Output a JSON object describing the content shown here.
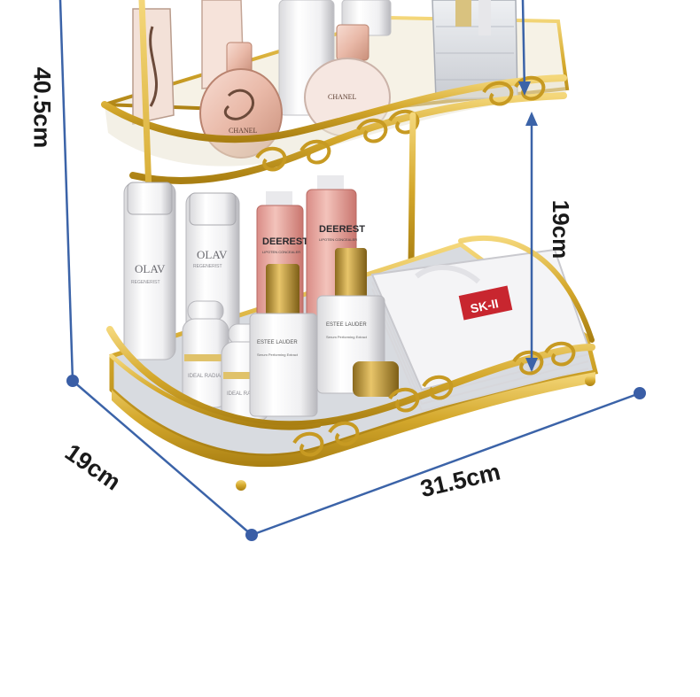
{
  "dimensions": {
    "height": "40.5cm",
    "shelf_gap": "19cm",
    "depth": "19cm",
    "width": "31.5cm"
  },
  "products": {
    "serum_bottle_brand": "OLAV",
    "serum_bottle_sub": "REGENERIST",
    "pink_bottle_brand": "DEEREST",
    "pink_bottle_sub": "LIPOTEN CONCEALER",
    "perfume_brand": "CHANEL",
    "white_bottle_brand": "ESTEE LAUDER",
    "white_bottle_sub": "Serum Performing Extract",
    "small_bottle_text": "IDEAL RADIANCE",
    "mask_brand": "SK-II"
  },
  "colors": {
    "gold": "#d4a82c",
    "gold_dark": "#a97f12",
    "gold_light": "#f4d77a",
    "dimension_line": "#3b63a8",
    "dot": "#3a5ea6"
  }
}
